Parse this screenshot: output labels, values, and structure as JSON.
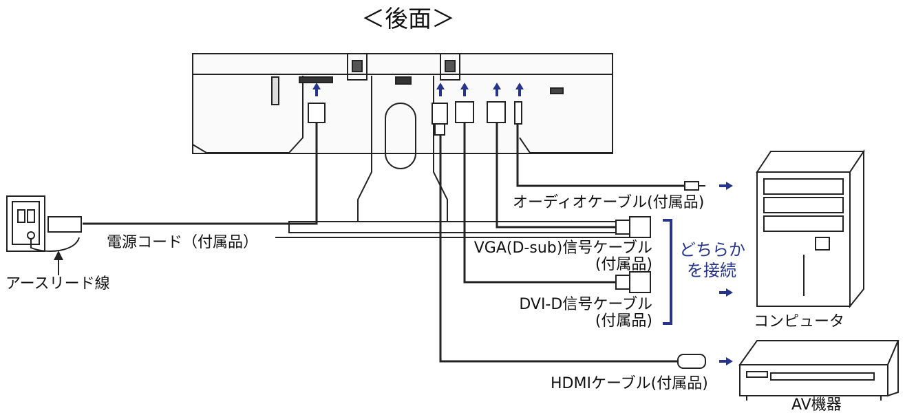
{
  "title": "＜後面＞",
  "labels": {
    "earth_wire": "アースリード線",
    "power_cord": "電源コード（付属品）",
    "audio_cable": "オーディオケーブル(付属品)",
    "vga_cable": "VGA(D-sub)信号ケーブル",
    "vga_accessory": "(付属品)",
    "dvi_cable": "DVI-D信号ケーブル",
    "dvi_accessory": "(付属品)",
    "hdmi_cable": "HDMIケーブル(付属品)",
    "either_line1": "どちらか",
    "either_line2": "を接続",
    "computer": "コンピュータ",
    "av_device": "AV機器"
  },
  "colors": {
    "line": "#222222",
    "arrow_blue": "#27348b"
  }
}
